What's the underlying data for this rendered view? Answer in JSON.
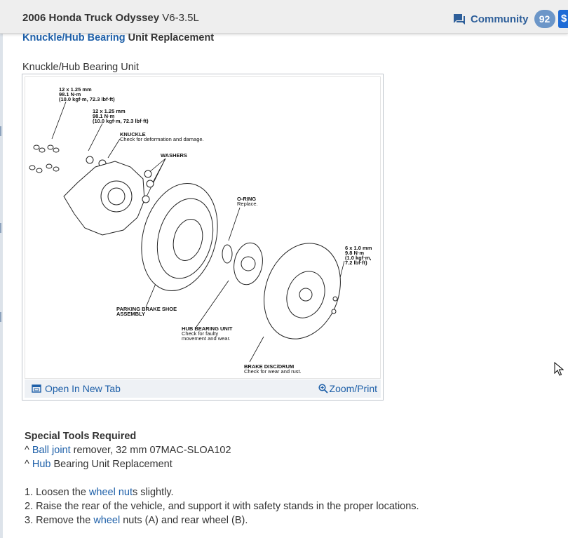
{
  "header": {
    "vehicle_bold": "2006 Honda Truck Odyssey",
    "vehicle_engine": "V6-3.5L",
    "community_label": "Community",
    "community_count": "92",
    "extra_button": "$"
  },
  "page": {
    "title_link": "Knuckle/Hub Bearing",
    "title_rest": " Unit Replacement",
    "section_label": "Knuckle/Hub Bearing Unit"
  },
  "figure": {
    "labels": {
      "bolt1_spec": "12 x 1.25 mm",
      "bolt1_torque": "98.1 N·m",
      "bolt1_kgf": "(10.0 kgf·m, 72.3 lbf·ft)",
      "bolt2_spec": "12 x 1.25 mm",
      "bolt2_torque": "98.1 N·m",
      "bolt2_kgf": "(10.0 kgf·m, 72.3 lbf·ft)",
      "knuckle": "KNUCKLE",
      "knuckle_note": "Check for deformation and damage.",
      "washers": "WASHERS",
      "oring": "O-RING",
      "oring_note": "Replace.",
      "screw_spec": "6 x 1.0 mm",
      "screw_torque": "9.8 N·m",
      "screw_kgf": "(1.0 kgf·m,",
      "screw_lbf": "7.2 lbf·ft)",
      "parking_brake_1": "PARKING BRAKE SHOE",
      "parking_brake_2": "ASSEMBLY",
      "hub_bearing": "HUB BEARING UNIT",
      "hub_note_1": "Check for faulty",
      "hub_note_2": "movement and wear.",
      "disc": "BRAKE DISC/DRUM",
      "disc_note": "Check for wear and rust."
    },
    "open_new_tab": "Open In New Tab",
    "zoom_print": "Zoom/Print"
  },
  "tools": {
    "heading": "Special Tools Required",
    "items": [
      {
        "bullet": "^",
        "link": "Ball joint",
        "rest": " remover, 32 mm 07MAC-SLOA102"
      },
      {
        "bullet": "^",
        "link": "Hub",
        "rest": " Bearing Unit Replacement"
      }
    ]
  },
  "steps": [
    {
      "pre": "1. Loosen the ",
      "link": "wheel nut",
      "post": "s slightly."
    },
    {
      "pre": "2. Raise the rear of the vehicle, and support it with safety stands in the proper locations.",
      "link": "",
      "post": ""
    },
    {
      "pre": "3. Remove the ",
      "link": "wheel",
      "post": " nuts (A) and rear wheel (B)."
    }
  ],
  "colors": {
    "link": "#1d5fa8",
    "header_bg": "#eeeeee",
    "badge": "#6c96c8",
    "dollar_btn": "#1e6bd6"
  }
}
